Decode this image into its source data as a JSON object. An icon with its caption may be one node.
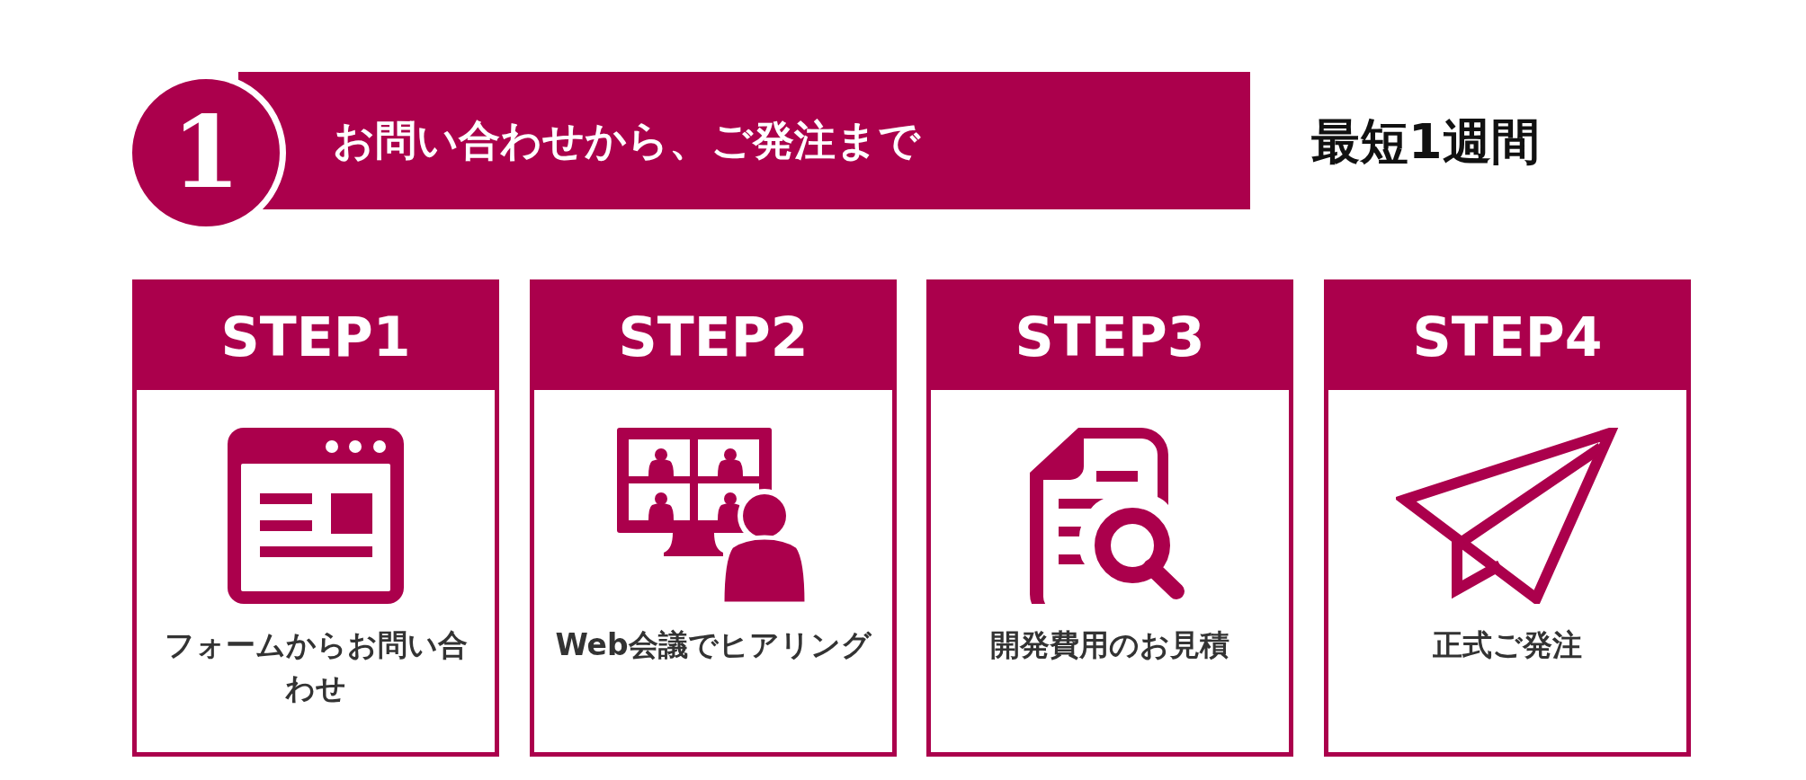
{
  "diagram": {
    "nodes": [
      {
        "text": [
          "1"
        ]
      },
      {
        "text": [
          "お問い合わせから、ご発注まで"
        ]
      },
      {
        "text": [
          "STEP1",
          "フォームからお問い合わせ"
        ]
      },
      {
        "text": [
          "STEP2",
          "Web会議でヒアリング"
        ]
      },
      {
        "text": [
          "STEP3",
          "開発費用のお見積"
        ]
      },
      {
        "text": [
          "STEP4",
          "正式ご発注"
        ]
      }
    ],
    "labels": [
      "最短1週間"
    ]
  }
}
